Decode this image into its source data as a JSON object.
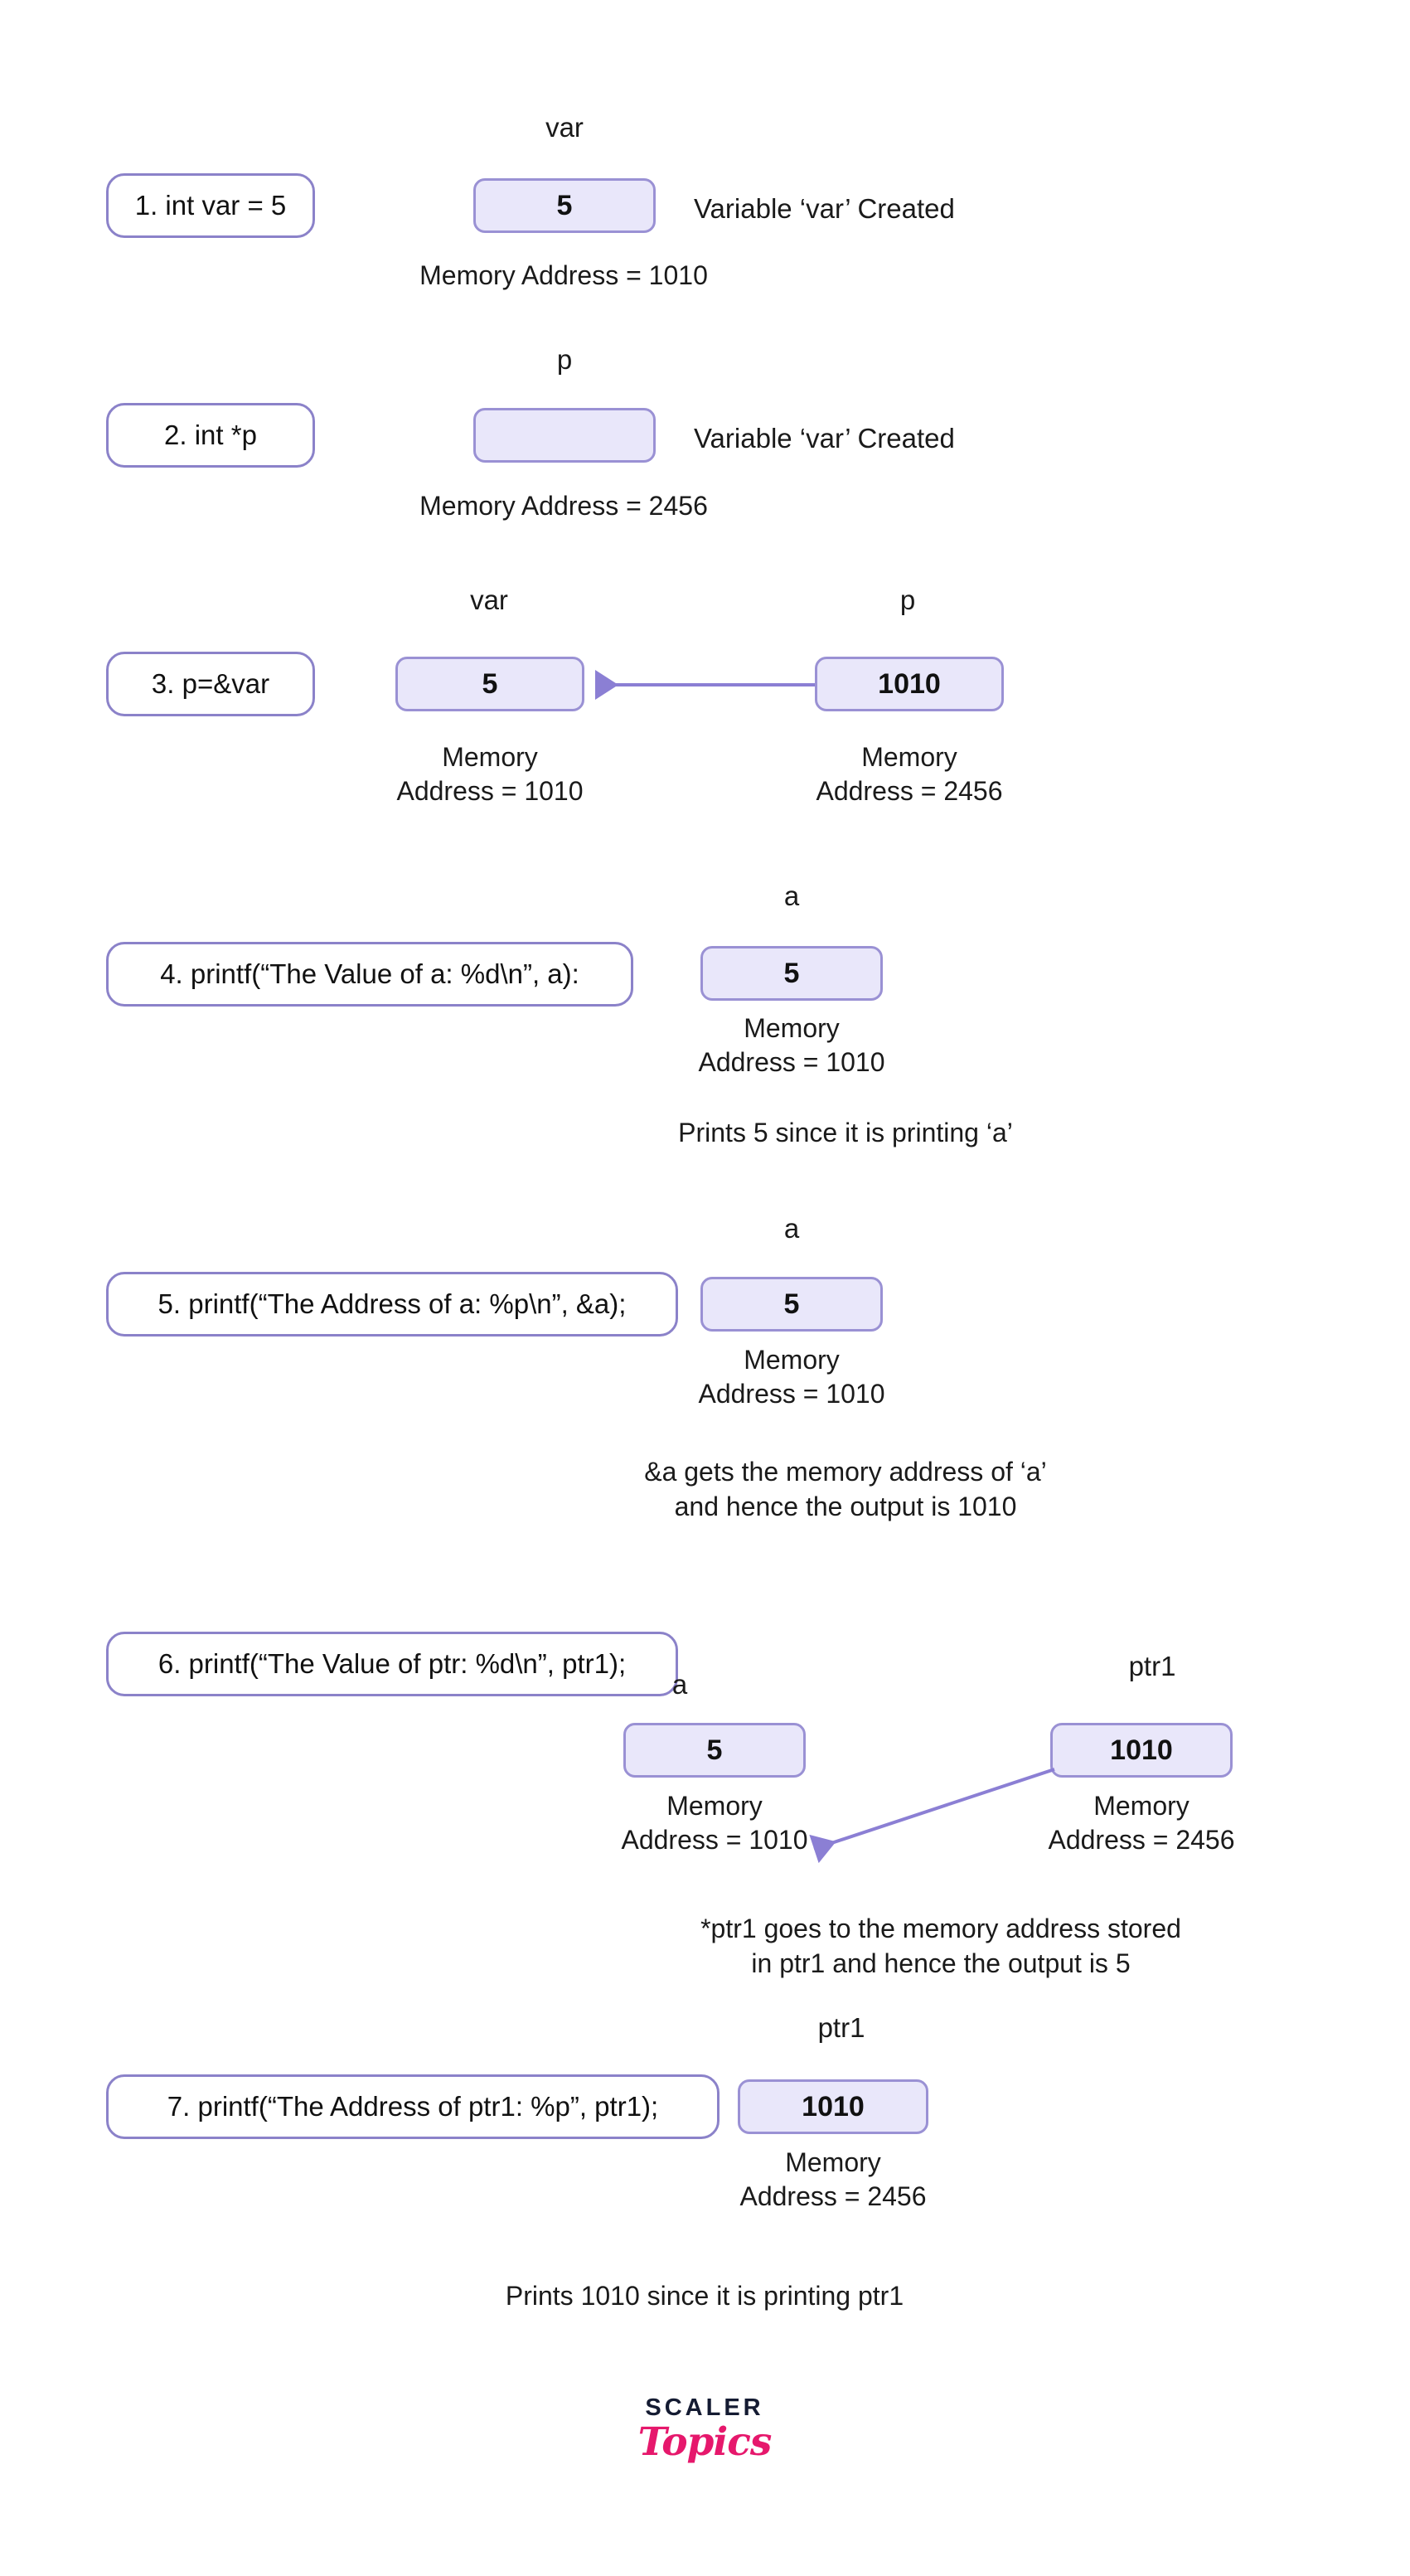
{
  "colors": {
    "box_border": "#8b82c9",
    "mem_fill": "#e9e7fa",
    "mem_border": "#9a91d4",
    "arrow": "#8b7fd4",
    "logo_dark": "#141b32",
    "logo_pink": "#e6186c",
    "text": "#1a1a1a",
    "background": "#ffffff"
  },
  "steps": [
    {
      "id": "step-1",
      "statement": "1. int var = 5",
      "variable_label": "var",
      "cell_value": "5",
      "note": "Variable ‘var’ Created",
      "address": "Memory Address = 1010"
    },
    {
      "id": "step-2",
      "statement": "2. int *p",
      "variable_label": "p",
      "cell_value": "",
      "note": "Variable ‘var’ Created",
      "address": "Memory Address = 2456"
    },
    {
      "id": "step-3",
      "statement": "3. p=&var",
      "left_variable_label": "var",
      "left_cell_value": "5",
      "left_address": "Memory\nAddress = 1010",
      "right_variable_label": "p",
      "right_cell_value": "1010",
      "right_address": "Memory\nAddress = 2456",
      "arrow": "horizontal-left"
    },
    {
      "id": "step-4",
      "statement": "4. printf(“The Value of a: %d\\n”, a):",
      "variable_label": "a",
      "cell_value": "5",
      "address": "Memory\nAddress = 1010",
      "caption": "Prints 5 since it is printing ‘a’"
    },
    {
      "id": "step-5",
      "statement": "5. printf(“The Address of a: %p\\n”, &a);",
      "variable_label": "a",
      "cell_value": "5",
      "address": "Memory\nAddress = 1010",
      "caption": "&a gets the memory address of ‘a’\nand hence the output is 1010"
    },
    {
      "id": "step-6",
      "statement": "6. printf(“The Value of ptr: %d\\n”, ptr1);",
      "left_variable_label": "a",
      "left_cell_value": "5",
      "left_address": "Memory\nAddress = 1010",
      "right_variable_label": "ptr1",
      "right_cell_value": "1010",
      "right_address": "Memory\nAddress = 2456",
      "arrow": "diagonal-down-left",
      "caption": "*ptr1 goes to the memory address stored\nin ptr1 and hence the output is 5"
    },
    {
      "id": "step-7",
      "statement": "7. printf(“The Address of ptr1: %p”, ptr1);",
      "variable_label": "ptr1",
      "cell_value": "1010",
      "address": "Memory\nAddress = 2456",
      "caption": "Prints 1010 since it is printing ptr1"
    }
  ],
  "logo": {
    "line1": "SCALER",
    "line2": "Topics"
  }
}
